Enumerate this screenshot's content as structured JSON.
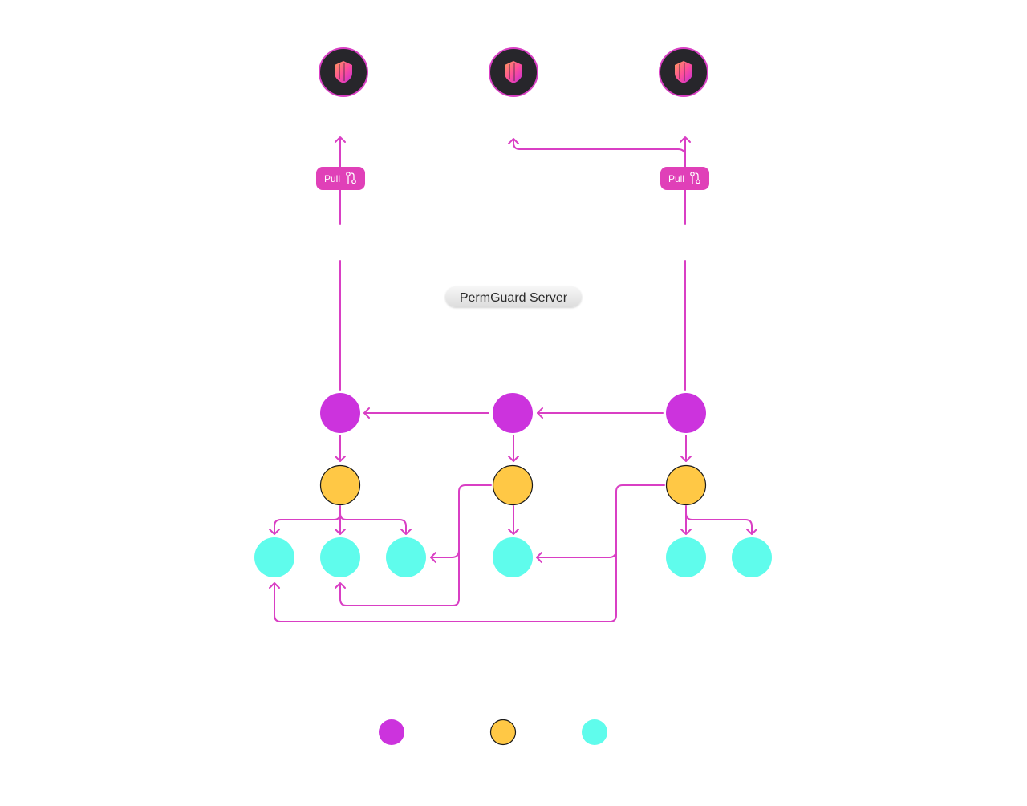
{
  "colors": {
    "edge": "#d93fc4",
    "agent_bg": "#27262b",
    "agent_ring": "#d93fc4",
    "pull_badge": "#e040b8",
    "node_magenta": "#cc33dd",
    "node_yellow": "#ffc845",
    "node_cyan": "#5ffcec",
    "server_badge_bg": "#e8e8e8",
    "server_badge_text": "#2a2a2a"
  },
  "agents": [
    {
      "icon": "shield-icon"
    },
    {
      "icon": "shield-icon"
    },
    {
      "icon": "shield-icon"
    }
  ],
  "pull_badges": [
    {
      "label": "Pull",
      "icon": "git-pull-request-icon"
    },
    {
      "label": "Pull",
      "icon": "git-pull-request-icon"
    }
  ],
  "server": {
    "label": "PermGuard Server"
  },
  "legend": [
    {
      "color_key": "node_magenta"
    },
    {
      "color_key": "node_yellow"
    },
    {
      "color_key": "node_cyan"
    }
  ]
}
